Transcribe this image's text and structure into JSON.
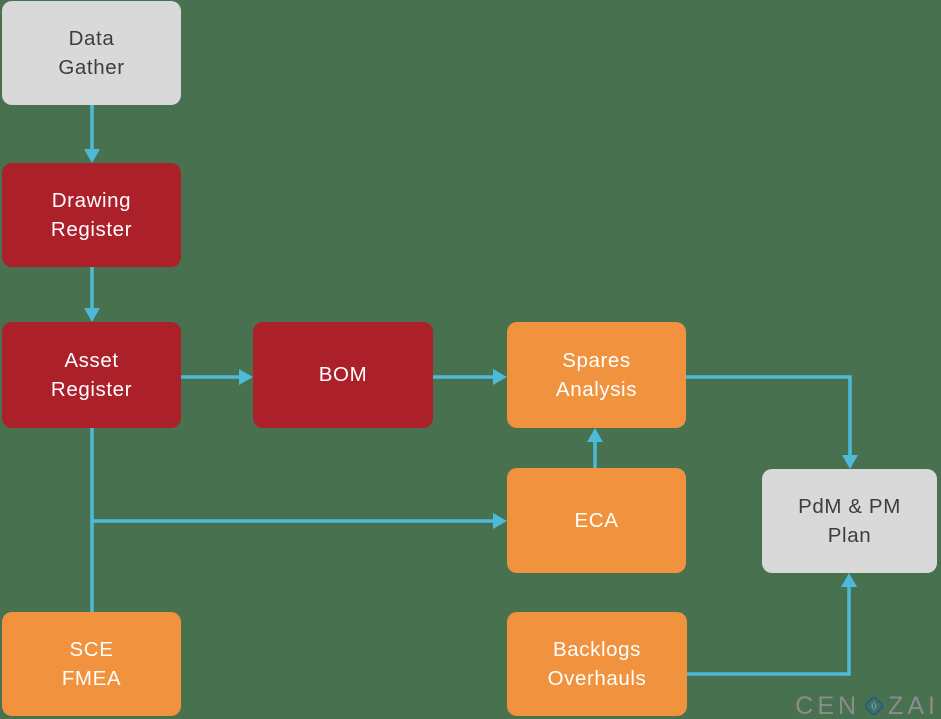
{
  "diagram": {
    "nodes": {
      "data_gather": {
        "label": "Data\nGather"
      },
      "drawing_register": {
        "label": "Drawing\nRegister"
      },
      "asset_register": {
        "label": "Asset\nRegister"
      },
      "bom": {
        "label": "BOM"
      },
      "spares_analysis": {
        "label": "Spares\nAnalysis"
      },
      "eca": {
        "label": "ECA"
      },
      "pdm_pm_plan": {
        "label": "PdM & PM\nPlan"
      },
      "sce_fmea": {
        "label": "SCE\nFMEA"
      },
      "backlogs_overhauls": {
        "label": "Backlogs\nOverhauls"
      }
    },
    "edges": [
      {
        "from": "data-gather",
        "to": "drawing-register"
      },
      {
        "from": "drawing-register",
        "to": "asset-register"
      },
      {
        "from": "asset-register",
        "to": "bom"
      },
      {
        "from": "bom",
        "to": "spares-analysis"
      },
      {
        "from": "spares-analysis",
        "to": "pdm-pm-plan"
      },
      {
        "from": "asset-register",
        "to": "eca"
      },
      {
        "from": "eca",
        "to": "spares-analysis"
      },
      {
        "from": "asset-register",
        "to": "sce-fmea"
      },
      {
        "from": "backlogs-overhauls",
        "to": "pdm-pm-plan"
      }
    ]
  },
  "watermark": {
    "prefix": "CEN",
    "suffix": "ZAI"
  },
  "colors": {
    "bg": "#487150",
    "box_red": "#ab2029",
    "box_orange": "#f0923e",
    "box_gray": "#d9d9d9",
    "arrow": "#4cbad8",
    "text_dark": "#3d3d3d",
    "text_light": "#ffffff",
    "watermark_gray": "#8c8c8c",
    "logo_navy": "#2e5a85",
    "logo_blue": "#4aa3c4"
  }
}
